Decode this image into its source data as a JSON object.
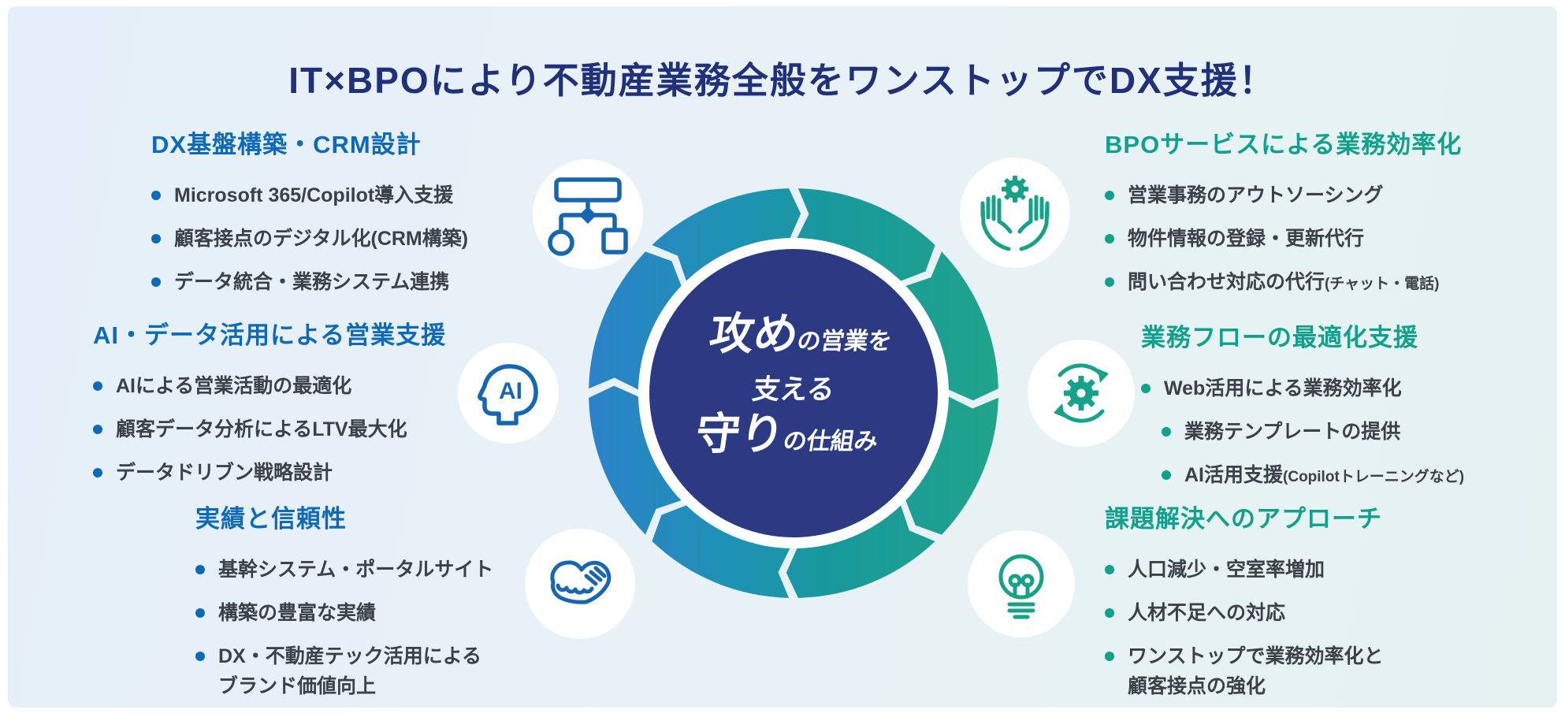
{
  "title": "IT×BPOにより不動産業務全般をワンストップでDX支援！",
  "colors": {
    "title": "#20307a",
    "heading_blue": "#0e6ab8",
    "heading_teal": "#0fa18c",
    "body_text": "#3c4048",
    "ring_gradient": [
      "#2b82c8",
      "#1d93b2",
      "#18999b",
      "#20a48b"
    ],
    "center_circle": "#2b3a82",
    "icon_blue": "#1767b0",
    "icon_teal": "#16a189",
    "background": "#e7f1f7"
  },
  "center": {
    "line1_big": "攻め",
    "line1_rest": "の営業を",
    "line2": "支える",
    "line3_big": "守り",
    "line3_rest": "の仕組み"
  },
  "sections": [
    {
      "heading": "DX基盤構築・CRM設計",
      "icon": "flowchart-icon",
      "items": [
        {
          "text": "Microsoft 365/Copilot導入支援"
        },
        {
          "text": "顧客接点のデジタル化(CRM構築)"
        },
        {
          "text": "データ統合・業務システム連携"
        }
      ]
    },
    {
      "heading": "AI・データ活用による営業支援",
      "icon": "ai-head-icon",
      "items": [
        {
          "text": "AIによる営業活動の最適化"
        },
        {
          "text": "顧客データ分析によるLTV最大化"
        },
        {
          "text": "データドリブン戦略設計"
        }
      ]
    },
    {
      "heading": "実績と信頼性",
      "icon": "handshake-icon",
      "items": [
        {
          "text": "基幹システム・ポータルサイト"
        },
        {
          "text": "構築の豊富な実績"
        },
        {
          "text": "DX・不動産テック活用による",
          "text2": "ブランド価値向上"
        }
      ]
    },
    {
      "heading": "BPOサービスによる業務効率化",
      "icon": "hands-gear-icon",
      "items": [
        {
          "text": "営業事務のアウトソーシング"
        },
        {
          "text": "物件情報の登録・更新代行"
        },
        {
          "text": "問い合わせ対応の代行",
          "note": "(チャット・電話)"
        }
      ]
    },
    {
      "heading": "業務フローの最適化支援",
      "icon": "sync-gear-icon",
      "items": [
        {
          "text": "Web活用による業務効率化"
        },
        {
          "text": "業務テンプレートの提供"
        },
        {
          "text": "AI活用支援",
          "note": "(Copilotトレーニングなど)"
        }
      ]
    },
    {
      "heading": "課題解決へのアプローチ",
      "icon": "lightbulb-icon",
      "items": [
        {
          "text": "人口減少・空室率増加"
        },
        {
          "text": "人材不足への対応"
        },
        {
          "text": "ワンストップで業務効率化と",
          "text2": "顧客接点の強化"
        }
      ]
    }
  ]
}
